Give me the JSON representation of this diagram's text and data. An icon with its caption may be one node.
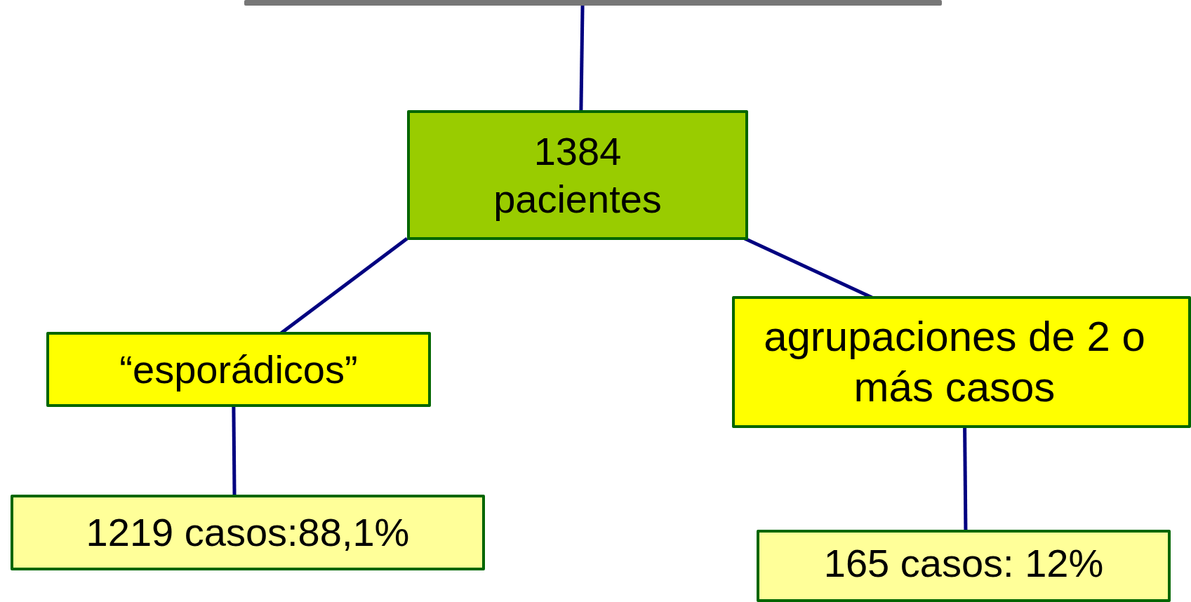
{
  "diagram": {
    "nodes": [
      {
        "text": [],
        "shape": "box"
      },
      {
        "text": [
          "1384 pacientes"
        ]
      },
      {
        "text": [
          "“esporádicos”"
        ]
      },
      {
        "text": [
          "agrupaciones de 2 o más casos"
        ]
      },
      {
        "text": [
          "1219 casos:88,1%"
        ]
      },
      {
        "text": [
          "165 casos: 12%"
        ]
      }
    ],
    "edges": [
      {
        "from": 0,
        "to": 1,
        "arrow": "none"
      },
      {
        "from": 1,
        "to": 2,
        "arrow": "none"
      },
      {
        "from": 1,
        "to": 3,
        "arrow": "none"
      },
      {
        "from": 2,
        "to": 4,
        "arrow": "none"
      },
      {
        "from": 3,
        "to": 5,
        "arrow": "none"
      }
    ]
  }
}
